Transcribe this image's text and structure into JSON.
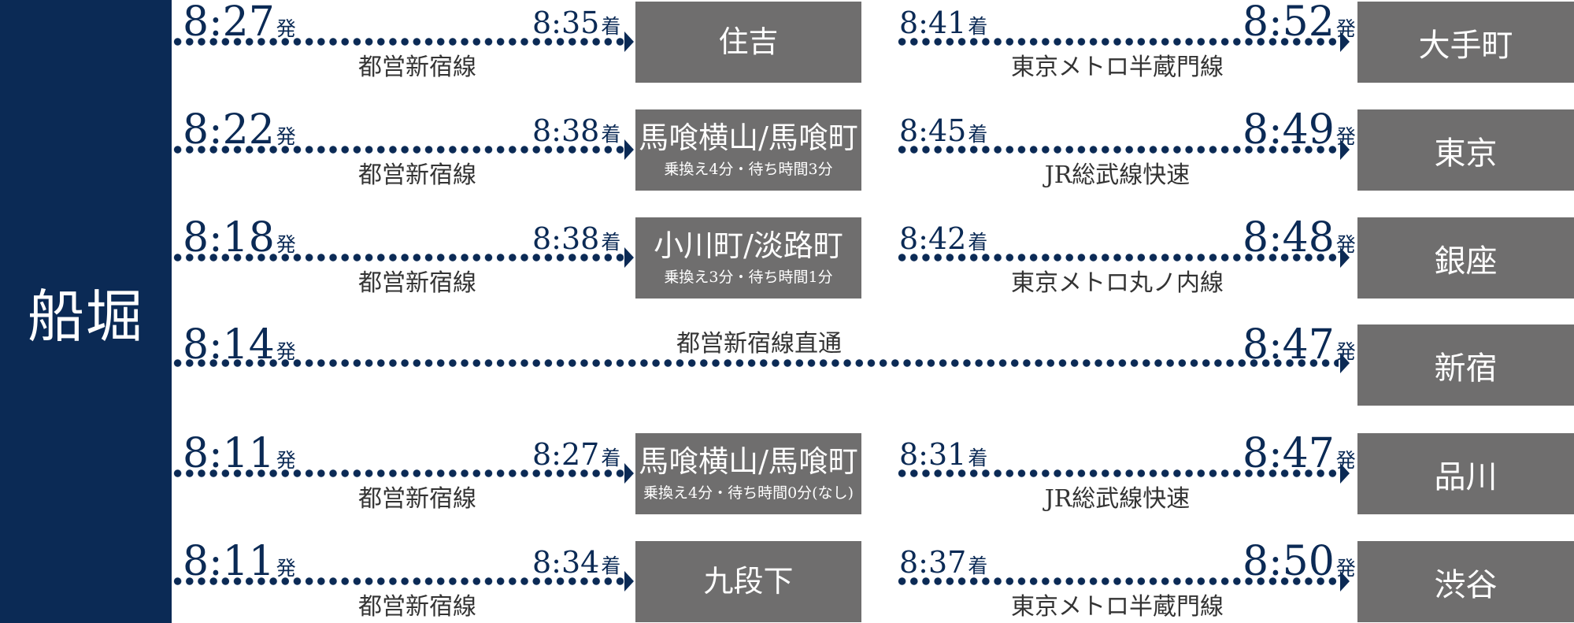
{
  "origin": "船堀",
  "dep_suffix": "発",
  "arr_suffix": "着",
  "colors": {
    "navy": "#0b2a55",
    "station_box": "#6f6e6e",
    "background": "#ffffff"
  },
  "routes": [
    {
      "depart": "8:27",
      "transfer_arrive": "8:35",
      "line1": "都営新宿線",
      "transfer_station": "住吉",
      "transfer_note": "",
      "transfer_depart": "8:41",
      "line2": "東京メトロ半蔵門線",
      "dest_arrive": "8:52",
      "destination": "大手町"
    },
    {
      "depart": "8:22",
      "transfer_arrive": "8:38",
      "line1": "都営新宿線",
      "transfer_station": "馬喰横山/馬喰町",
      "transfer_note": "乗換え4分・待ち時間3分",
      "transfer_depart": "8:45",
      "line2": "JR総武線快速",
      "dest_arrive": "8:49",
      "destination": "東京"
    },
    {
      "depart": "8:18",
      "transfer_arrive": "8:38",
      "line1": "都営新宿線",
      "transfer_station": "小川町/淡路町",
      "transfer_note": "乗換え3分・待ち時間1分",
      "transfer_depart": "8:42",
      "line2": "東京メトロ丸ノ内線",
      "dest_arrive": "8:48",
      "destination": "銀座"
    },
    {
      "depart": "8:14",
      "direct_line": "都営新宿線直通",
      "dest_arrive": "8:47",
      "destination": "新宿"
    },
    {
      "depart": "8:11",
      "transfer_arrive": "8:27",
      "line1": "都営新宿線",
      "transfer_station": "馬喰横山/馬喰町",
      "transfer_note": "乗換え4分・待ち時間0分(なし)",
      "transfer_depart": "8:31",
      "line2": "JR総武線快速",
      "dest_arrive": "8:47",
      "destination": "品川"
    },
    {
      "depart": "8:11",
      "transfer_arrive": "8:34",
      "line1": "都営新宿線",
      "transfer_station": "九段下",
      "transfer_note": "",
      "transfer_depart": "8:37",
      "line2": "東京メトロ半蔵門線",
      "dest_arrive": "8:50",
      "destination": "渋谷"
    }
  ]
}
